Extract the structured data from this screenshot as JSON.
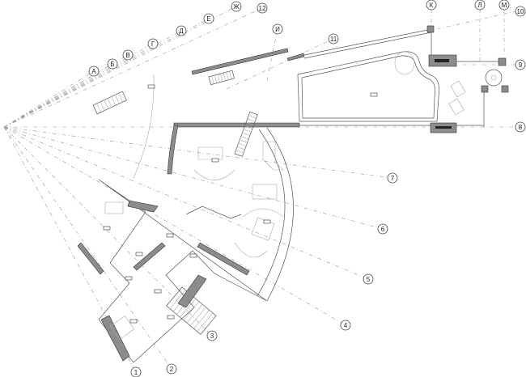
{
  "drawing": {
    "type": "architectural floor plan",
    "grid_axes_letters": [
      "А",
      "Б",
      "В",
      "Г",
      "Д",
      "Е",
      "Ж",
      "И",
      "К",
      "Л",
      "М"
    ],
    "grid_axes_numbers": [
      "1",
      "2",
      "3",
      "4",
      "5",
      "6",
      "7",
      "8",
      "9",
      "10",
      "11",
      "12"
    ],
    "colors": {
      "walls": "#8c8c8c",
      "lines": "#444444",
      "furniture": "#9fb0b0"
    }
  }
}
